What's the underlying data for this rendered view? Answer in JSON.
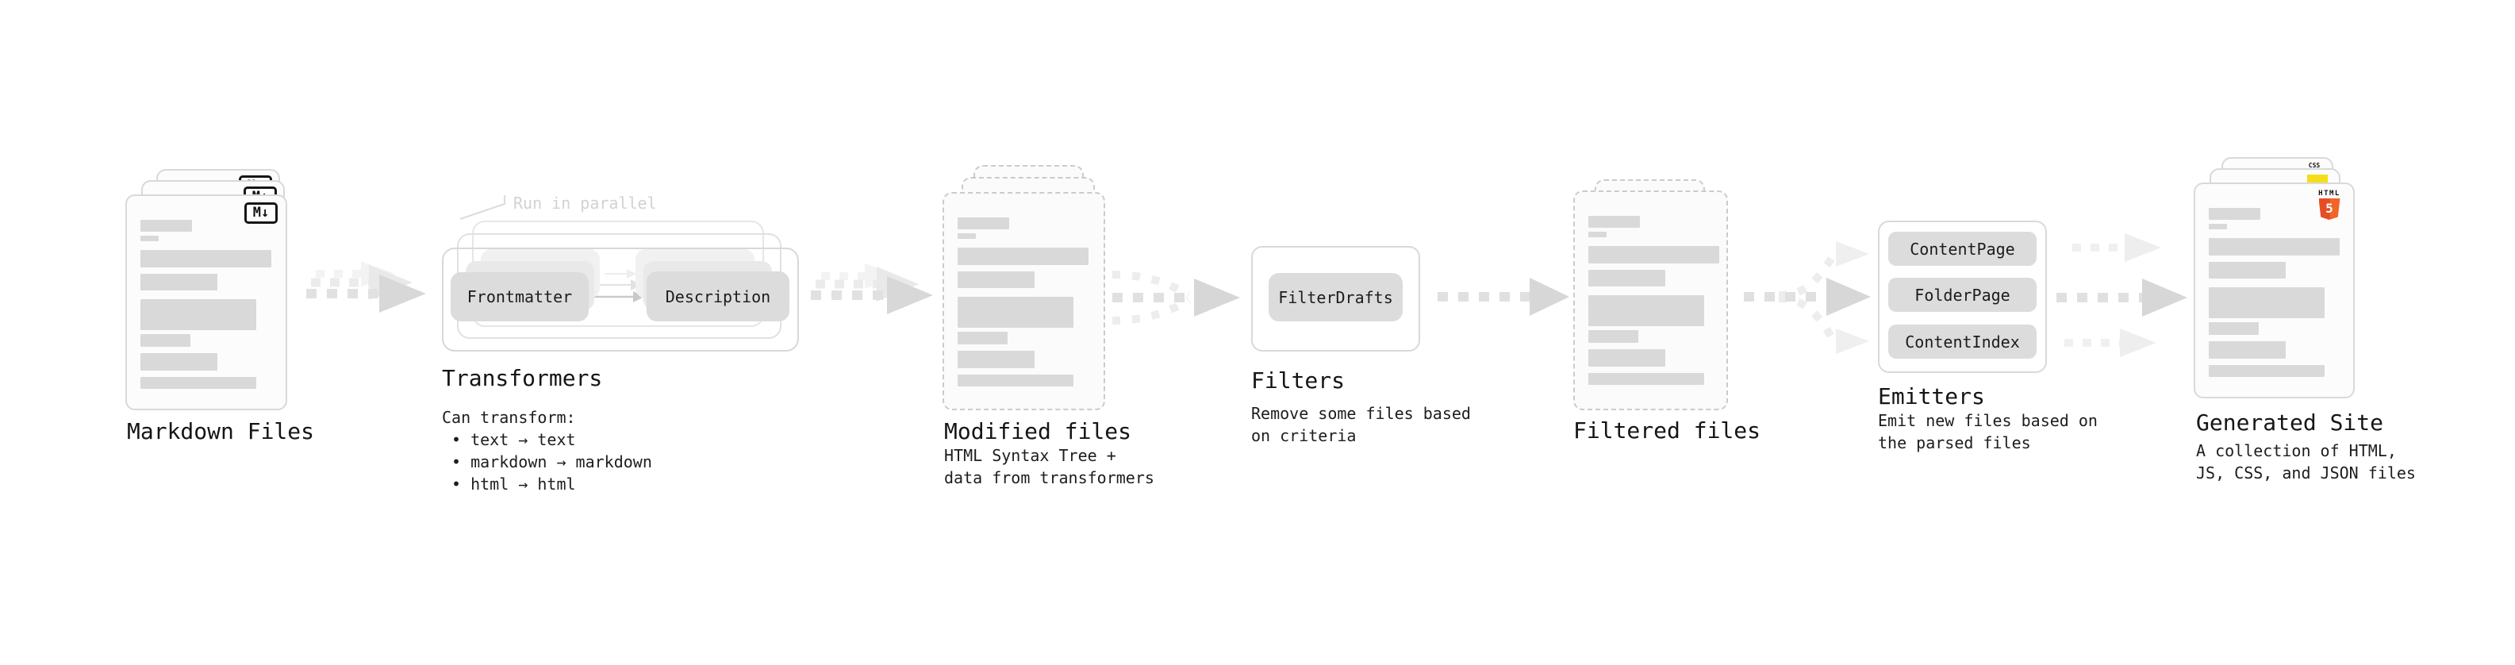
{
  "stages": {
    "markdown": {
      "title": "Markdown Files",
      "badge": "M↓"
    },
    "transformers": {
      "title": "Transformers",
      "annotation": "Run in parallel",
      "pills": [
        "Frontmatter",
        "Description"
      ],
      "desc": [
        "Can transform:",
        "• text → text",
        "• markdown → markdown",
        "• html → html"
      ]
    },
    "modified": {
      "title": "Modified files",
      "desc": [
        "HTML Syntax Tree +",
        "data from transformers"
      ]
    },
    "filters": {
      "title": "Filters",
      "pill": "FilterDrafts",
      "desc": [
        "Remove some files based",
        "on criteria"
      ]
    },
    "filtered": {
      "title": "Filtered files"
    },
    "emitters": {
      "title": "Emitters",
      "pills": [
        "ContentPage",
        "FolderPage",
        "ContentIndex"
      ],
      "desc": [
        "Emit new files based on",
        "the parsed files"
      ]
    },
    "generated": {
      "title": "Generated Site",
      "desc": [
        "A collection of HTML,",
        "JS, CSS, and JSON files"
      ],
      "badges": {
        "css": "CSS",
        "html_text": "HTML",
        "html_number": "5"
      }
    }
  },
  "colors": {
    "html5_orange": "#e44d26",
    "js_yellow": "#f5de19",
    "css_blue": "#2965f1",
    "bar_gray": "#d9d9d9",
    "pill_gray": "#dcdcdc",
    "arrow_gray": "#dedede",
    "annotation_gray": "#d2d2d2",
    "page_border": "#d9d9d9",
    "text": "#151515"
  }
}
